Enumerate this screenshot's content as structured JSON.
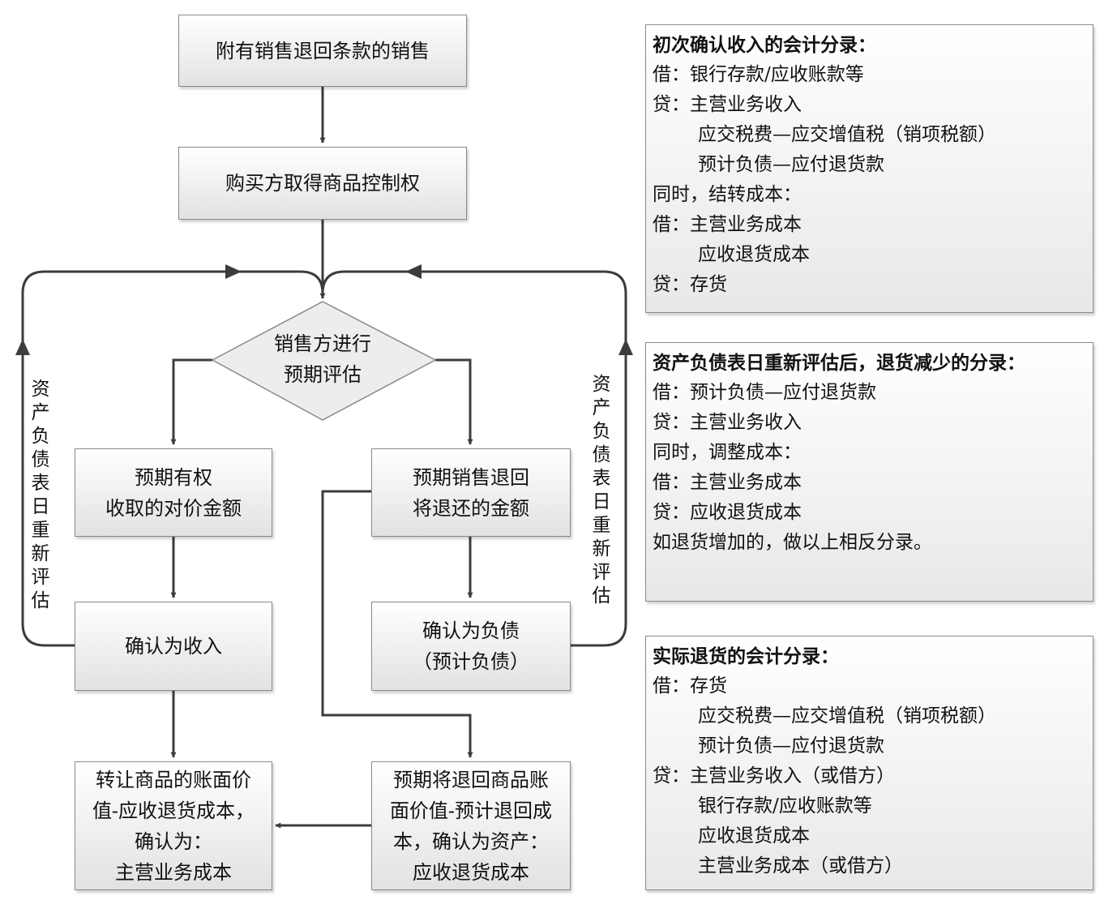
{
  "flow": {
    "sale_with_return": "附有销售退回条款的销售",
    "buyer_control": "购买方取得商品控制权",
    "evaluate": [
      "销售方进行",
      "预期评估"
    ],
    "expected_consideration": [
      "预期有权",
      "收取的对价金额"
    ],
    "expected_refund": [
      "预期销售退回",
      "将退还的金额"
    ],
    "recognize_revenue": "确认为收入",
    "recognize_liability": [
      "确认为负债",
      "（预计负债）"
    ],
    "cost_transfer": [
      "转让商品的账面价",
      "值-应收退货成本，",
      "确认为：",
      "主营业务成本"
    ],
    "asset_return": [
      "预期将退回商品账",
      "面价值-预计退回成",
      "本，确认为资产：",
      "应收退货成本"
    ],
    "reassess_label": [
      "资",
      "产",
      "负",
      "债",
      "表",
      "日",
      "重",
      "新",
      "评",
      "估"
    ]
  },
  "panels": {
    "initial": {
      "title": "初次确认收入的会计分录：",
      "lines": [
        {
          "text": "借：银行存款/应收账款等",
          "indent": false
        },
        {
          "text": "贷：主营业务收入",
          "indent": false
        },
        {
          "text": "应交税费—应交增值税（销项税额）",
          "indent": true
        },
        {
          "text": "预计负债—应付退货款",
          "indent": true
        },
        {
          "text": "同时，结转成本：",
          "indent": false
        },
        {
          "text": "借：主营业务成本",
          "indent": false
        },
        {
          "text": "应收退货成本",
          "indent": true
        },
        {
          "text": "贷：存货",
          "indent": false
        }
      ]
    },
    "reassess": {
      "title": "资产负债表日重新评估后，退货减少的分录：",
      "lines": [
        {
          "text": "借：预计负债—应付退货款",
          "indent": false
        },
        {
          "text": "贷：主营业务收入",
          "indent": false
        },
        {
          "text": "同时，调整成本：",
          "indent": false
        },
        {
          "text": "借：主营业务成本",
          "indent": false
        },
        {
          "text": "贷：应收退货成本",
          "indent": false
        },
        {
          "text": "如退货增加的，做以上相反分录。",
          "indent": false
        }
      ]
    },
    "actual": {
      "title": "实际退货的会计分录：",
      "lines": [
        {
          "text": "借：存货",
          "indent": false
        },
        {
          "text": "应交税费—应交增值税（销项税额）",
          "indent": true
        },
        {
          "text": "预计负债—应付退货款",
          "indent": true
        },
        {
          "text": "贷：主营业务收入（或借方）",
          "indent": false
        },
        {
          "text": "银行存款/应收账款等",
          "indent": true
        },
        {
          "text": "应收退货成本",
          "indent": true
        },
        {
          "text": "主营业务成本（或借方）",
          "indent": true
        }
      ]
    }
  }
}
